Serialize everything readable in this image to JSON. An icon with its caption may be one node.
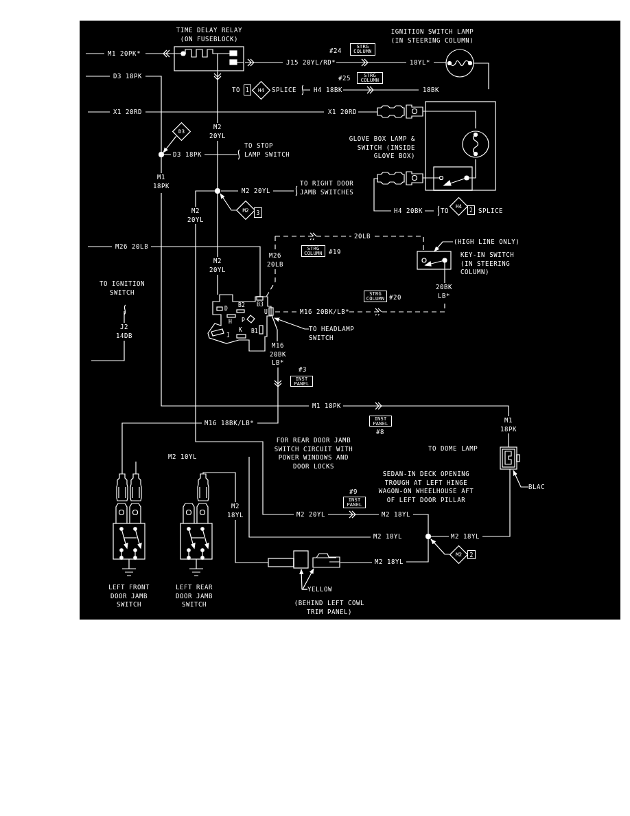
{
  "diagram": {
    "nodes": [
      {
        "text": [
          "TIME DELAY RELAY (ON FUSEBLOCK)"
        ]
      },
      {
        "text": [
          "STRG COLUMN"
        ],
        "beside": [
          "#24"
        ]
      },
      {
        "text": [
          "IGNITION SWITCH LAMP (IN STEERING COLUMN)"
        ]
      },
      {
        "text": [
          "STRG COLUMN"
        ],
        "beside": [
          "#25"
        ]
      },
      {
        "text": [
          "1"
        ],
        "beside": [
          "TO"
        ]
      },
      {
        "text": [
          "H4"
        ],
        "beside": [
          "SPLICE"
        ]
      },
      {
        "text": [
          "GLOVE BOX LAMP & SWITCH (INSIDE GLOVE BOX)"
        ]
      },
      {
        "text": [
          "D3"
        ]
      },
      {
        "text": [],
        "shape": "circle"
      },
      {
        "text": [
          "M2"
        ]
      },
      {
        "text": [
          "3"
        ]
      },
      {
        "text": [],
        "shape": "circle"
      },
      {
        "text": [
          "H4"
        ],
        "beside": [
          "TO"
        ]
      },
      {
        "text": [
          "2"
        ],
        "beside": [
          "SPLICE"
        ]
      },
      {
        "text": [
          "(HIGH LINE ONLY)"
        ]
      },
      {
        "text": [
          "KEY-IN SWITCH (IN STEERING COLUMN)"
        ]
      },
      {
        "text": [
          "STRG COLUMN"
        ],
        "beside": [
          "#19"
        ]
      },
      {
        "text": [
          "D",
          "B2",
          "B3",
          "U",
          "H",
          "P",
          "I",
          "K",
          "B1"
        ]
      },
      {
        "text": [
          "STRG COLUMN"
        ],
        "beside": [
          "#20"
        ]
      },
      {
        "text": [
          "TO HEADLAMP SWITCH"
        ]
      },
      {
        "text": [
          "INST PANEL"
        ],
        "beside": [
          "#3"
        ]
      },
      {
        "text": [
          "INST PANEL"
        ],
        "beside": [
          "#8"
        ]
      },
      {
        "text": [],
        "shape": "box"
      },
      {
        "text": [
          "BLAC"
        ]
      },
      {
        "text": [
          "INST PANEL"
        ],
        "beside": [
          "#9"
        ]
      },
      {
        "text": [
          "M2"
        ]
      },
      {
        "text": [
          "2"
        ]
      },
      {
        "text": [],
        "shape": "circle"
      },
      {
        "text": [
          "LEFT FRONT DOOR JAMB SWITCH"
        ]
      },
      {
        "text": [
          "LEFT REAR DOOR JAMB SWITCH"
        ]
      },
      {
        "text": [],
        "shape": "box"
      },
      {
        "text": [],
        "shape": "box"
      },
      {
        "text": [
          "YELLOW"
        ]
      }
    ],
    "edges": [
      {
        "from": 7,
        "to": 8,
        "arrow": "to"
      },
      {
        "from": 9,
        "to": 11,
        "arrow": "to"
      },
      {
        "from": 14,
        "to": 15,
        "arrow": "to"
      },
      {
        "from": 19,
        "to": 17,
        "arrow": "to"
      },
      {
        "from": 23,
        "to": 22,
        "arrow": "to"
      },
      {
        "from": 25,
        "to": 27,
        "arrow": "to"
      },
      {
        "from": 32,
        "to": 30,
        "arrow": "to"
      },
      {
        "from": 32,
        "to": 31,
        "arrow": "to"
      }
    ],
    "labels": [
      "M1 20PK*",
      "J15 20YL/RD*",
      "18YL*",
      "D3 18PK",
      "H4 18BK",
      "18BK",
      "X1 20RD",
      "X1 20RD",
      "M2 20YL",
      "D3 18PK",
      "TO STOP LAMP SWITCH",
      "M1 18PK",
      "M2 20YL",
      "TO RIGHT DOOR JAMB SWITCHES",
      "M2 20YL",
      "H4 20BK",
      "M26 20LB",
      "20LB",
      "M2 20YL",
      "M26 20LB",
      "TO IGNITION SWITCH",
      "20BK LB*",
      "M16 20BK/LB*",
      "J2 14DB",
      "M16 20BK LB*",
      "M1 18PK",
      "M16 18BK/LB*",
      "M1 18PK",
      "FOR REAR DOOR JAMB SWITCH CIRCUIT WITH POWER WINDOWS AND DOOR LOCKS",
      "TO DOME LAMP",
      "M2 10YL",
      "SEDAN-IN DECK OPENING TROUGH AT LEFT HINGE WAGON-ON WHEELHOUSE AFT OF LEFT DOOR PILLAR",
      "M2 18YL",
      "M2 20YL",
      "M2 18YL",
      "M2 18YL",
      "M2 18YL",
      "M2 18YL",
      "(BEHIND LEFT COWL TRIM PANEL)"
    ]
  }
}
